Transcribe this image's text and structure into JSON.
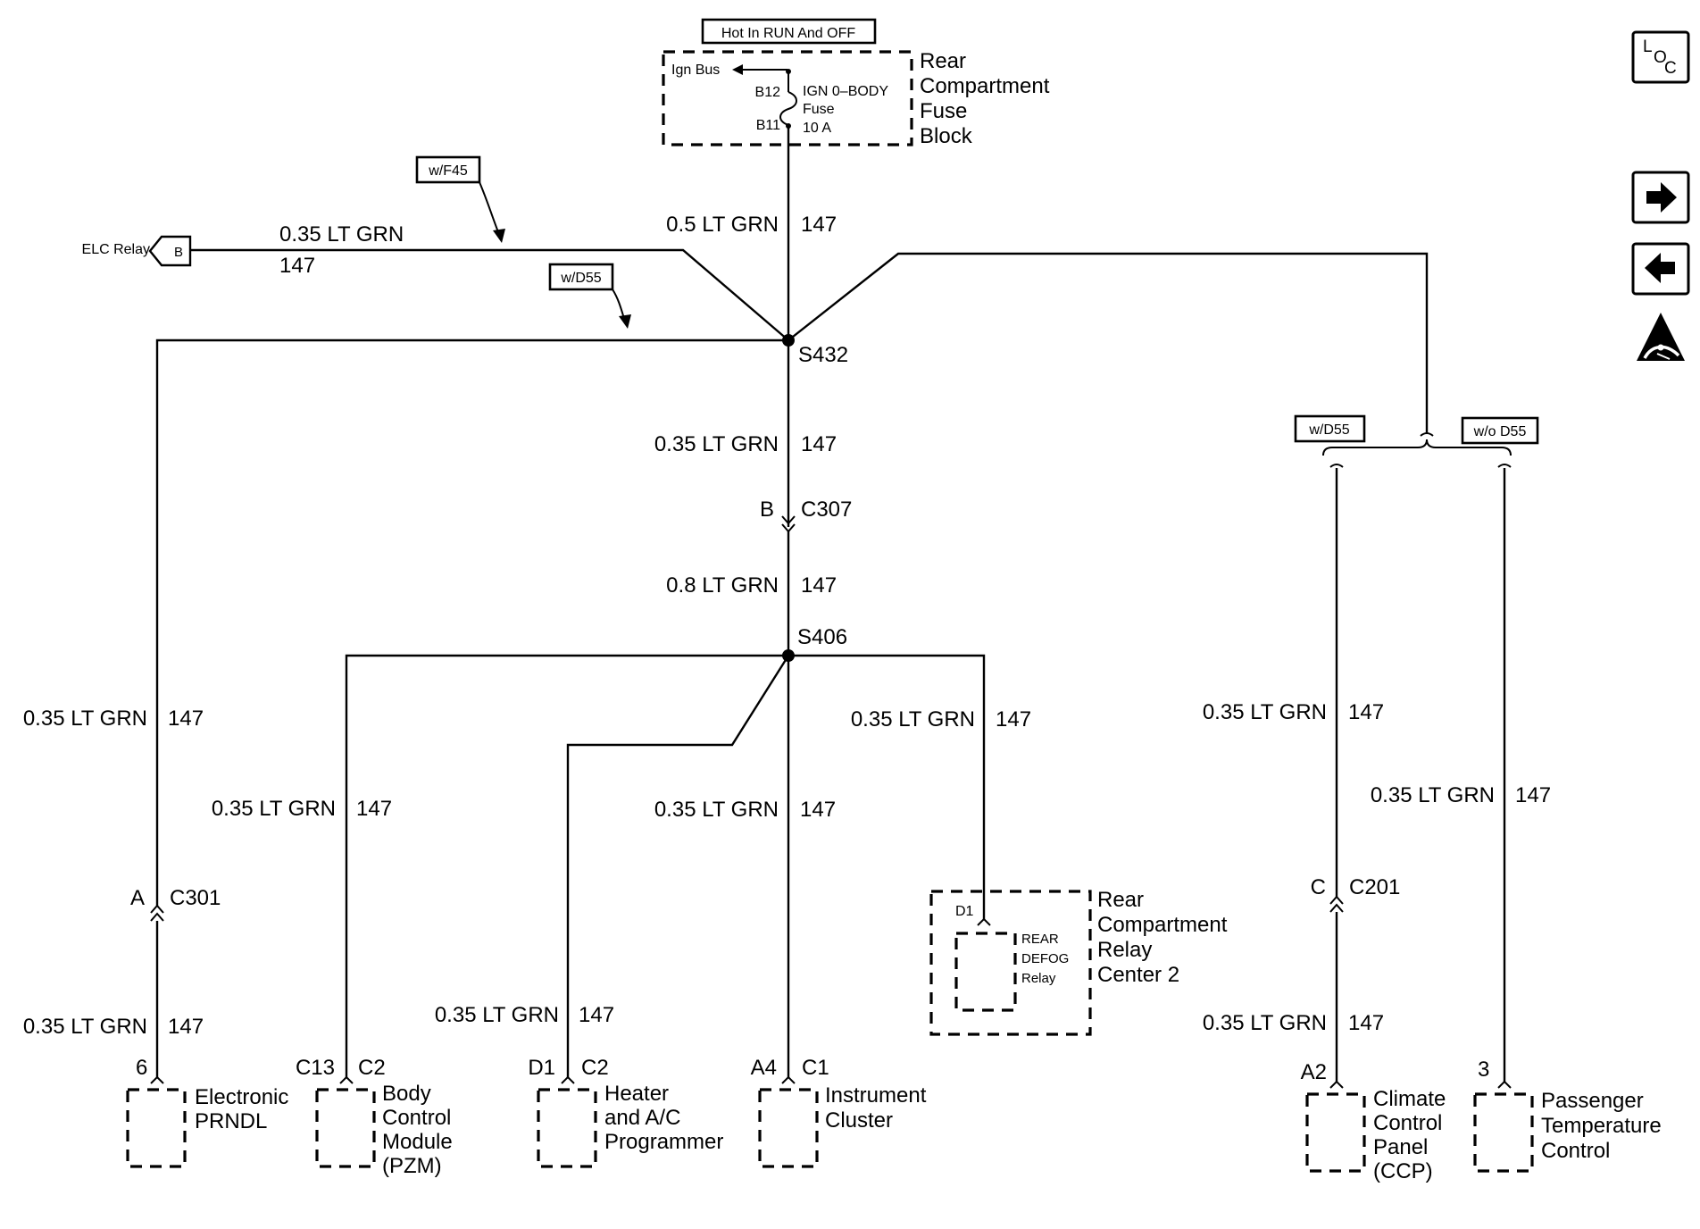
{
  "power_source": {
    "hot_label": "Hot In RUN And OFF",
    "ign_bus": "Ign Bus",
    "pin_top": "B12",
    "pin_bottom": "B11",
    "fuse_name": "IGN 0–BODY",
    "fuse_word": "Fuse",
    "fuse_rating": "10 A",
    "block_name_lines": [
      "Rear",
      "Compartment",
      "Fuse",
      "Block"
    ]
  },
  "wire": {
    "gauge_050": "0.5 LT GRN",
    "gauge_035": "0.35 LT GRN",
    "gauge_08": "0.8 LT GRN",
    "circuit": "147"
  },
  "options": {
    "w_f45": "w/F45",
    "w_d55": "w/D55",
    "wo_d55": "w/o D55"
  },
  "splices": {
    "s432": "S432",
    "s406": "S406"
  },
  "elc_relay": {
    "label": "ELC Relay",
    "pin": "B"
  },
  "connectors": {
    "c307": {
      "pin": "B",
      "name": "C307"
    },
    "c301": {
      "pin": "A",
      "name": "C301"
    },
    "c201": {
      "pin": "C",
      "name": "C201"
    }
  },
  "components": {
    "prndl": {
      "pin": "6",
      "name_lines": [
        "Electronic",
        "PRNDL"
      ]
    },
    "bcm": {
      "pin": "C13",
      "conn": "C2",
      "name_lines": [
        "Body",
        "Control",
        "Module",
        "(PZM)"
      ]
    },
    "hvac": {
      "pin": "D1",
      "conn": "C2",
      "name_lines": [
        "Heater",
        "and A/C",
        "Programmer"
      ]
    },
    "cluster": {
      "pin": "A4",
      "conn": "C1",
      "name_lines": [
        "Instrument",
        "Cluster"
      ]
    },
    "relay_center": {
      "pin": "D1",
      "relay_lines": [
        "REAR",
        "DEFOG",
        "Relay"
      ],
      "name_lines": [
        "Rear",
        "Compartment",
        "Relay",
        "Center 2"
      ]
    },
    "ccp": {
      "pin": "A2",
      "name_lines": [
        "Climate",
        "Control",
        "Panel",
        "(CCP)"
      ]
    },
    "ptc": {
      "pin": "3",
      "name_lines": [
        "Passenger",
        "Temperature",
        "Control"
      ]
    }
  },
  "nav": {
    "loc_icon": "LOC",
    "loc_letters": [
      "L",
      "O",
      "C"
    ],
    "next_icon": "arrow-right",
    "prev_icon": "arrow-left",
    "esd_icon": "esd-warning"
  }
}
